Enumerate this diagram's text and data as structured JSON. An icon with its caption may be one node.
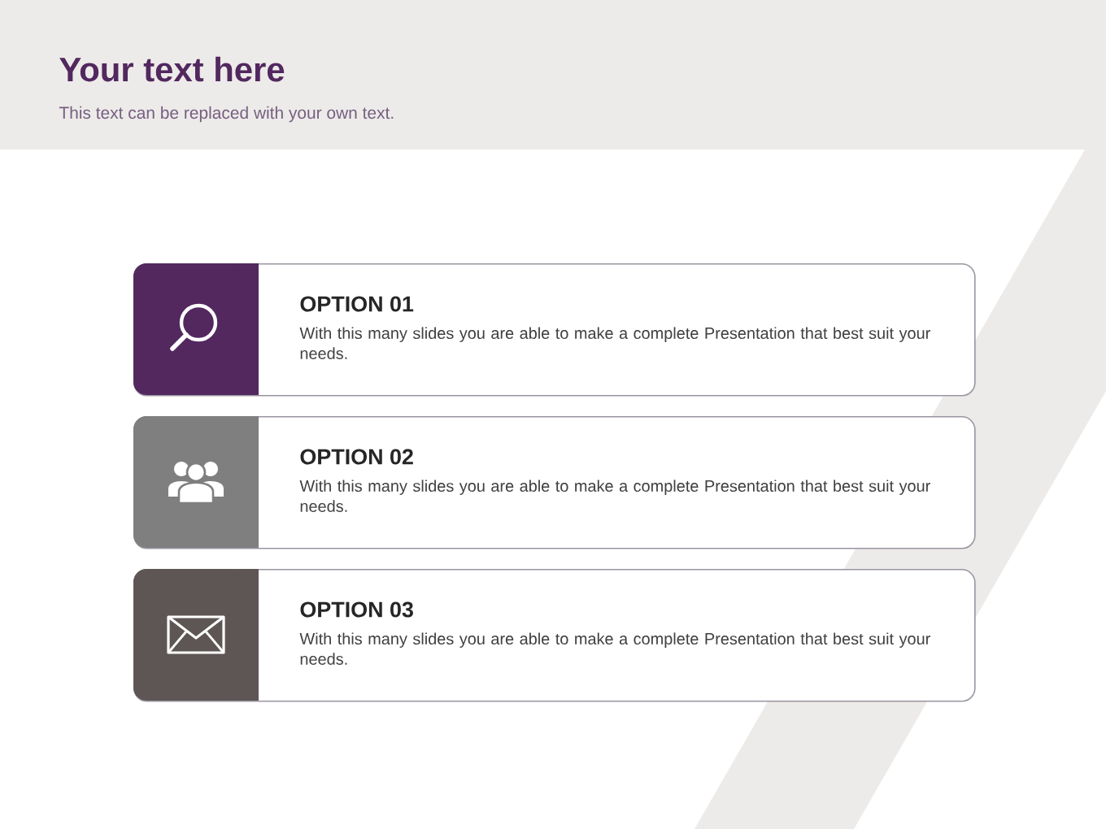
{
  "diagram": {
    "title": "Your text here",
    "nodes": [
      {
        "text": [
          "OPTION 01",
          "With this many slides you are able to make a complete Presentation that best suit your needs."
        ]
      },
      {
        "text": [
          "OPTION 02",
          "With this many slides you are able to make a complete Presentation that best suit your needs."
        ]
      },
      {
        "text": [
          "OPTION 03",
          "With this many slides you are able to make a complete Presentation that best suit your needs."
        ]
      }
    ],
    "labels": [
      "This text can be replaced with your own text."
    ]
  }
}
